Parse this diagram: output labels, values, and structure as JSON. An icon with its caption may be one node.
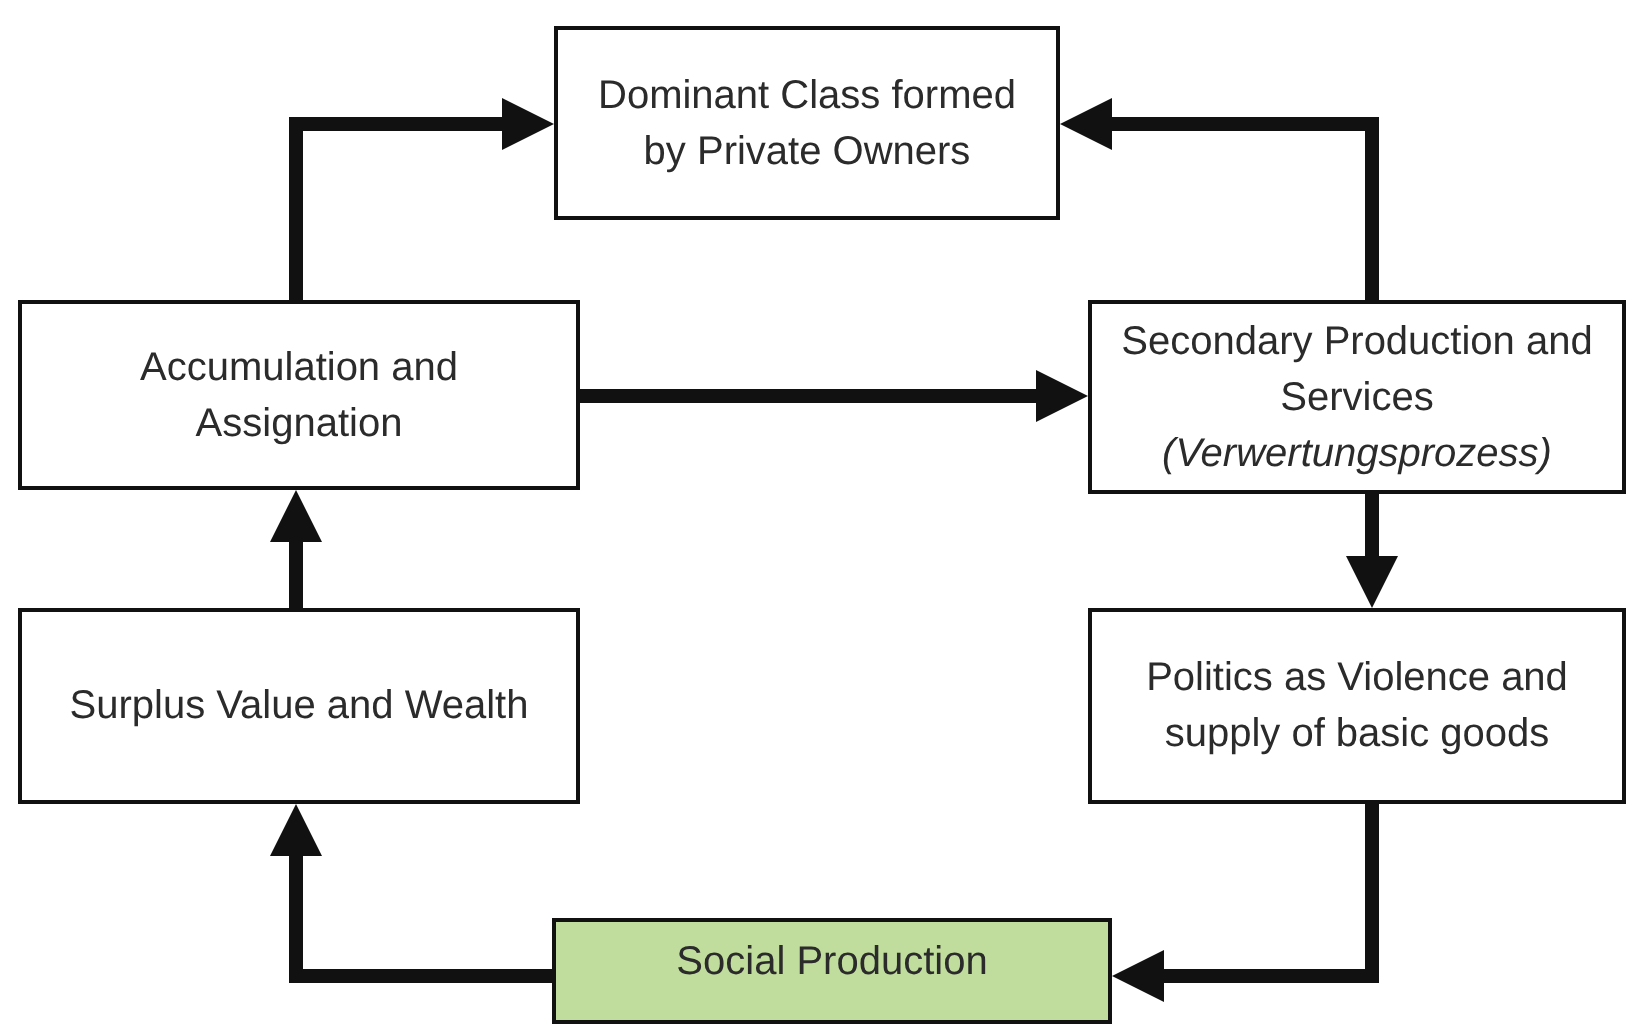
{
  "diagram": {
    "nodes": [
      {
        "text": [
          "Dominant Class formed by Private Owners"
        ]
      },
      {
        "text": [
          "Accumulation and Assignation"
        ]
      },
      {
        "text": [
          "Secondary Production and Services *(Verwertungsprozess)*"
        ]
      },
      {
        "text": [
          "Surplus Value and Wealth"
        ]
      },
      {
        "text": [
          "Politics as Violence and supply of basic goods"
        ]
      },
      {
        "text": [
          "Social Production"
        ]
      }
    ],
    "edges": [
      {
        "from": 1,
        "to": 0,
        "arrow": "to"
      },
      {
        "from": 2,
        "to": 0,
        "arrow": "to"
      },
      {
        "from": 1,
        "to": 2,
        "arrow": "to"
      },
      {
        "from": 2,
        "to": 4,
        "arrow": "to"
      },
      {
        "from": 4,
        "to": 5,
        "arrow": "to"
      },
      {
        "from": 5,
        "to": 3,
        "arrow": "to"
      },
      {
        "from": 3,
        "to": 1,
        "arrow": "to"
      }
    ]
  }
}
